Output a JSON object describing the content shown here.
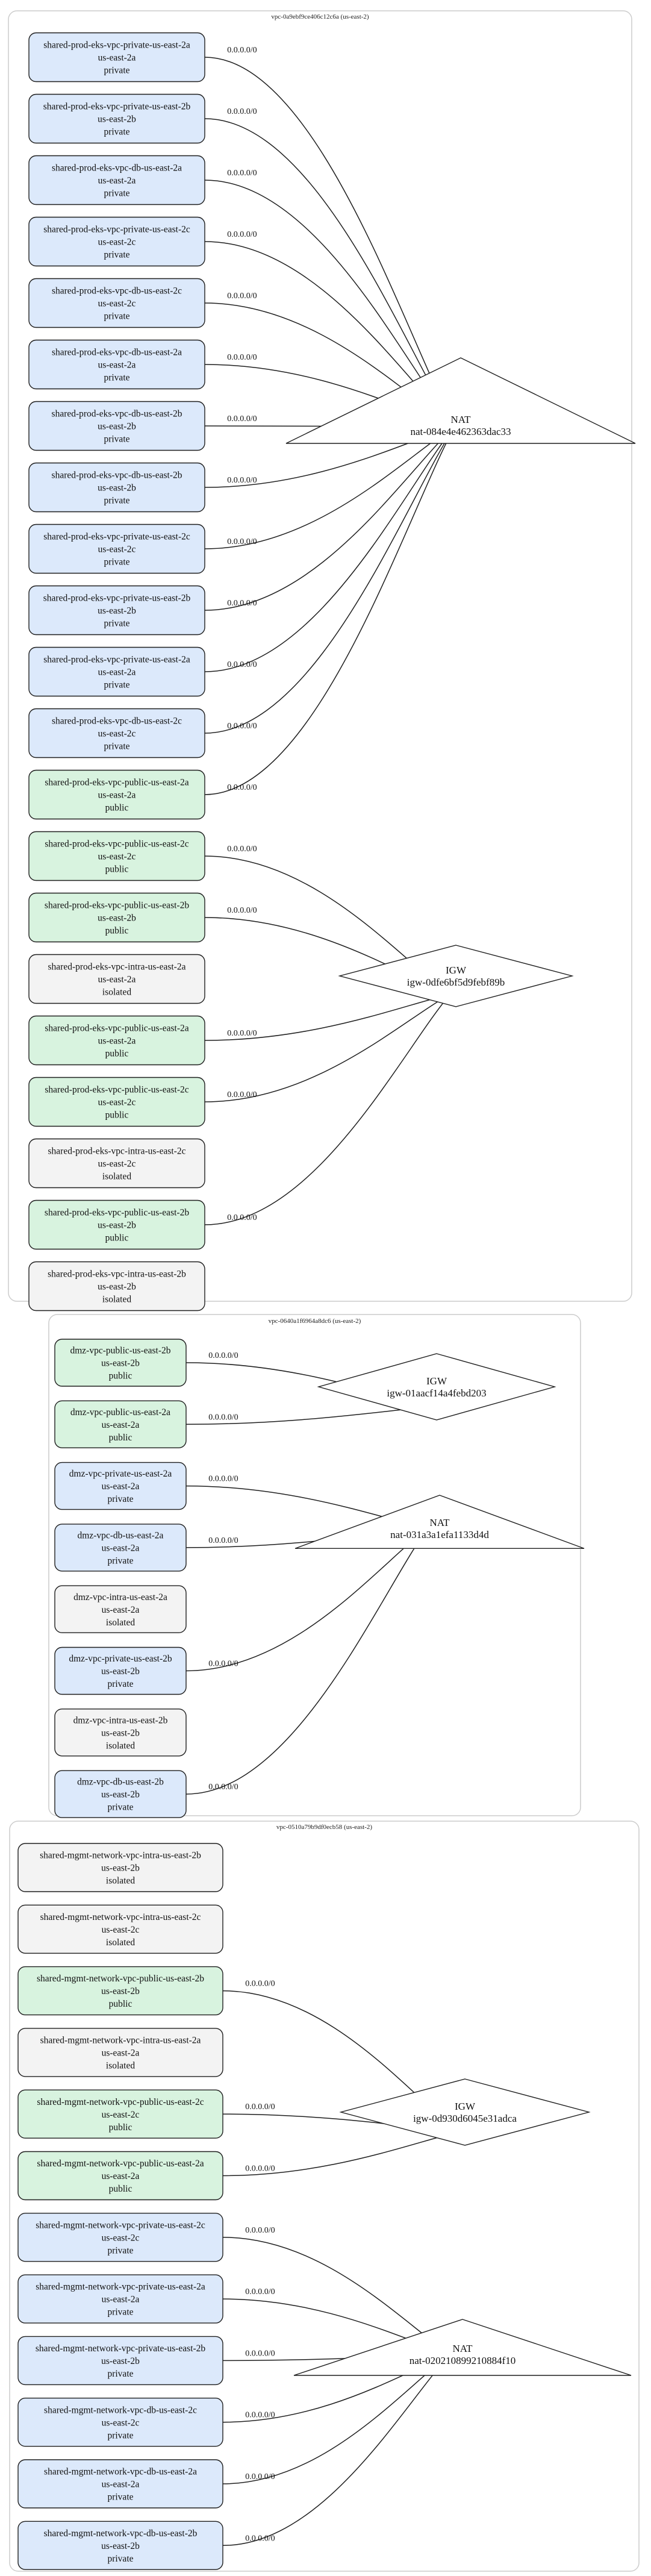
{
  "colors": {
    "private": "#dce9fb",
    "public": "#d8f3df",
    "isolated": "#f3f3f3"
  },
  "edge_label": "0.0.0.0/0",
  "vpcs": [
    {
      "id": "vpc-0a9ebf9ce406c12c6a",
      "label": "vpc-0a9ebf9ce406c12c6a (us-east-2)",
      "gateways": [
        {
          "key": "nat",
          "type": "NAT",
          "id": "nat-084e4e462363dac33"
        },
        {
          "key": "igw",
          "type": "IGW",
          "id": "igw-0dfe6bf5d9febf89b"
        }
      ],
      "subnets": [
        {
          "name": "shared-prod-eks-vpc-private-us-east-2a",
          "az": "us-east-2a",
          "tier": "private",
          "route": "nat"
        },
        {
          "name": "shared-prod-eks-vpc-private-us-east-2b",
          "az": "us-east-2b",
          "tier": "private",
          "route": "nat"
        },
        {
          "name": "shared-prod-eks-vpc-db-us-east-2a",
          "az": "us-east-2a",
          "tier": "private",
          "route": "nat"
        },
        {
          "name": "shared-prod-eks-vpc-private-us-east-2c",
          "az": "us-east-2c",
          "tier": "private",
          "route": "nat"
        },
        {
          "name": "shared-prod-eks-vpc-db-us-east-2c",
          "az": "us-east-2c",
          "tier": "private",
          "route": "nat"
        },
        {
          "name": "shared-prod-eks-vpc-db-us-east-2a",
          "az": "us-east-2a",
          "tier": "private",
          "route": "nat"
        },
        {
          "name": "shared-prod-eks-vpc-db-us-east-2b",
          "az": "us-east-2b",
          "tier": "private",
          "route": "nat"
        },
        {
          "name": "shared-prod-eks-vpc-db-us-east-2b",
          "az": "us-east-2b",
          "tier": "private",
          "route": "nat"
        },
        {
          "name": "shared-prod-eks-vpc-private-us-east-2c",
          "az": "us-east-2c",
          "tier": "private",
          "route": "nat"
        },
        {
          "name": "shared-prod-eks-vpc-private-us-east-2b",
          "az": "us-east-2b",
          "tier": "private",
          "route": "nat"
        },
        {
          "name": "shared-prod-eks-vpc-private-us-east-2a",
          "az": "us-east-2a",
          "tier": "private",
          "route": "nat"
        },
        {
          "name": "shared-prod-eks-vpc-db-us-east-2c",
          "az": "us-east-2c",
          "tier": "private",
          "route": "nat"
        },
        {
          "name": "shared-prod-eks-vpc-public-us-east-2a",
          "az": "us-east-2a",
          "tier": "public",
          "route": "nat"
        },
        {
          "name": "shared-prod-eks-vpc-public-us-east-2c",
          "az": "us-east-2c",
          "tier": "public",
          "route": "igw"
        },
        {
          "name": "shared-prod-eks-vpc-public-us-east-2b",
          "az": "us-east-2b",
          "tier": "public",
          "route": "igw"
        },
        {
          "name": "shared-prod-eks-vpc-intra-us-east-2a",
          "az": "us-east-2a",
          "tier": "isolated",
          "route": null
        },
        {
          "name": "shared-prod-eks-vpc-public-us-east-2a",
          "az": "us-east-2a",
          "tier": "public",
          "route": "igw"
        },
        {
          "name": "shared-prod-eks-vpc-public-us-east-2c",
          "az": "us-east-2c",
          "tier": "public",
          "route": "igw"
        },
        {
          "name": "shared-prod-eks-vpc-intra-us-east-2c",
          "az": "us-east-2c",
          "tier": "isolated",
          "route": null
        },
        {
          "name": "shared-prod-eks-vpc-public-us-east-2b",
          "az": "us-east-2b",
          "tier": "public",
          "route": "igw"
        },
        {
          "name": "shared-prod-eks-vpc-intra-us-east-2b",
          "az": "us-east-2b",
          "tier": "isolated",
          "route": null
        }
      ]
    },
    {
      "id": "vpc-0640a1f6964a8dc6",
      "label": "vpc-0640a1f6964a8dc6 (us-east-2)",
      "gateways": [
        {
          "key": "igw",
          "type": "IGW",
          "id": "igw-01aacf14a4febd203"
        },
        {
          "key": "nat",
          "type": "NAT",
          "id": "nat-031a3a1efa1133d4d"
        }
      ],
      "subnets": [
        {
          "name": "dmz-vpc-public-us-east-2b",
          "az": "us-east-2b",
          "tier": "public",
          "route": "igw"
        },
        {
          "name": "dmz-vpc-public-us-east-2a",
          "az": "us-east-2a",
          "tier": "public",
          "route": "igw"
        },
        {
          "name": "dmz-vpc-private-us-east-2a",
          "az": "us-east-2a",
          "tier": "private",
          "route": "nat"
        },
        {
          "name": "dmz-vpc-db-us-east-2a",
          "az": "us-east-2a",
          "tier": "private",
          "route": "nat"
        },
        {
          "name": "dmz-vpc-intra-us-east-2a",
          "az": "us-east-2a",
          "tier": "isolated",
          "route": null
        },
        {
          "name": "dmz-vpc-private-us-east-2b",
          "az": "us-east-2b",
          "tier": "private",
          "route": "nat"
        },
        {
          "name": "dmz-vpc-intra-us-east-2b",
          "az": "us-east-2b",
          "tier": "isolated",
          "route": null
        },
        {
          "name": "dmz-vpc-db-us-east-2b",
          "az": "us-east-2b",
          "tier": "private",
          "route": "nat"
        }
      ]
    },
    {
      "id": "vpc-0510a79b9df0ecb58",
      "label": "vpc-0510a79b9df0ecb58 (us-east-2)",
      "gateways": [
        {
          "key": "igw",
          "type": "IGW",
          "id": "igw-0d930d6045e31adca"
        },
        {
          "key": "nat",
          "type": "NAT",
          "id": "nat-020210899210884f10"
        }
      ],
      "subnets": [
        {
          "name": "shared-mgmt-network-vpc-intra-us-east-2b",
          "az": "us-east-2b",
          "tier": "isolated",
          "route": null
        },
        {
          "name": "shared-mgmt-network-vpc-intra-us-east-2c",
          "az": "us-east-2c",
          "tier": "isolated",
          "route": null
        },
        {
          "name": "shared-mgmt-network-vpc-public-us-east-2b",
          "az": "us-east-2b",
          "tier": "public",
          "route": "igw"
        },
        {
          "name": "shared-mgmt-network-vpc-intra-us-east-2a",
          "az": "us-east-2a",
          "tier": "isolated",
          "route": null
        },
        {
          "name": "shared-mgmt-network-vpc-public-us-east-2c",
          "az": "us-east-2c",
          "tier": "public",
          "route": "igw"
        },
        {
          "name": "shared-mgmt-network-vpc-public-us-east-2a",
          "az": "us-east-2a",
          "tier": "public",
          "route": "igw"
        },
        {
          "name": "shared-mgmt-network-vpc-private-us-east-2c",
          "az": "us-east-2c",
          "tier": "private",
          "route": "nat"
        },
        {
          "name": "shared-mgmt-network-vpc-private-us-east-2a",
          "az": "us-east-2a",
          "tier": "private",
          "route": "nat"
        },
        {
          "name": "shared-mgmt-network-vpc-private-us-east-2b",
          "az": "us-east-2b",
          "tier": "private",
          "route": "nat"
        },
        {
          "name": "shared-mgmt-network-vpc-db-us-east-2c",
          "az": "us-east-2c",
          "tier": "private",
          "route": "nat"
        },
        {
          "name": "shared-mgmt-network-vpc-db-us-east-2a",
          "az": "us-east-2a",
          "tier": "private",
          "route": "nat"
        },
        {
          "name": "shared-mgmt-network-vpc-db-us-east-2b",
          "az": "us-east-2b",
          "tier": "private",
          "route": "nat"
        }
      ]
    }
  ]
}
